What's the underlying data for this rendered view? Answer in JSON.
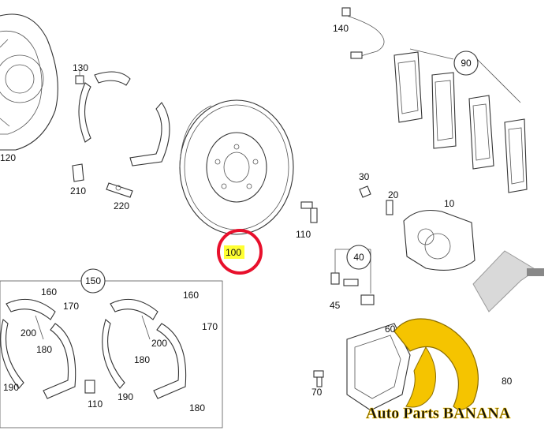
{
  "diagram": {
    "part_labels": {
      "p10": "10",
      "p20": "20",
      "p30": "30",
      "p40": "40",
      "p45": "45",
      "p60": "60",
      "p70": "70",
      "p80": "80",
      "p90": "90",
      "p100": "100",
      "p110a": "110",
      "p110b": "110",
      "p120": "120",
      "p130": "130",
      "p140": "140",
      "p150": "150",
      "p160a": "160",
      "p160b": "160",
      "p170a": "170",
      "p170b": "170",
      "p180a": "180",
      "p180b": "180",
      "p180c": "180",
      "p190a": "190",
      "p190b": "190",
      "p200a": "200",
      "p200b": "200",
      "p210": "210",
      "p220": "220"
    },
    "highlight_color": "#e8102c",
    "highlight_fill": "#ffff33"
  },
  "watermark": {
    "text": "Auto Parts BANANA",
    "banana_color": "#f5c400"
  }
}
